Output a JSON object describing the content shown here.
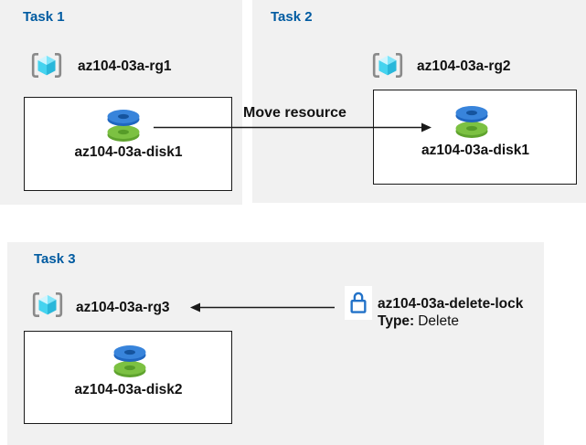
{
  "colors": {
    "panel_bg": "#f1f1f1",
    "task_title_blue": "#005ba1",
    "box_border": "#1a1a1a",
    "lock_blue": "#2272c8",
    "disk_blue": "#3884db",
    "disk_green": "#7cc142",
    "cube_cyan": "#45d3ef",
    "bracket_gray": "#8a8a8a"
  },
  "tasks": {
    "task1": {
      "title": "Task 1",
      "resource_group": "az104-03a-rg1",
      "disk": "az104-03a-disk1"
    },
    "task2": {
      "title": "Task 2",
      "resource_group": "az104-03a-rg2",
      "disk": "az104-03a-disk1"
    },
    "task3": {
      "title": "Task 3",
      "resource_group": "az104-03a-rg3",
      "disk": "az104-03a-disk2"
    }
  },
  "annotations": {
    "move_label": "Move resource",
    "lock_name": "az104-03a-delete-lock",
    "lock_type_label": "Type:",
    "lock_type_value": "Delete"
  }
}
